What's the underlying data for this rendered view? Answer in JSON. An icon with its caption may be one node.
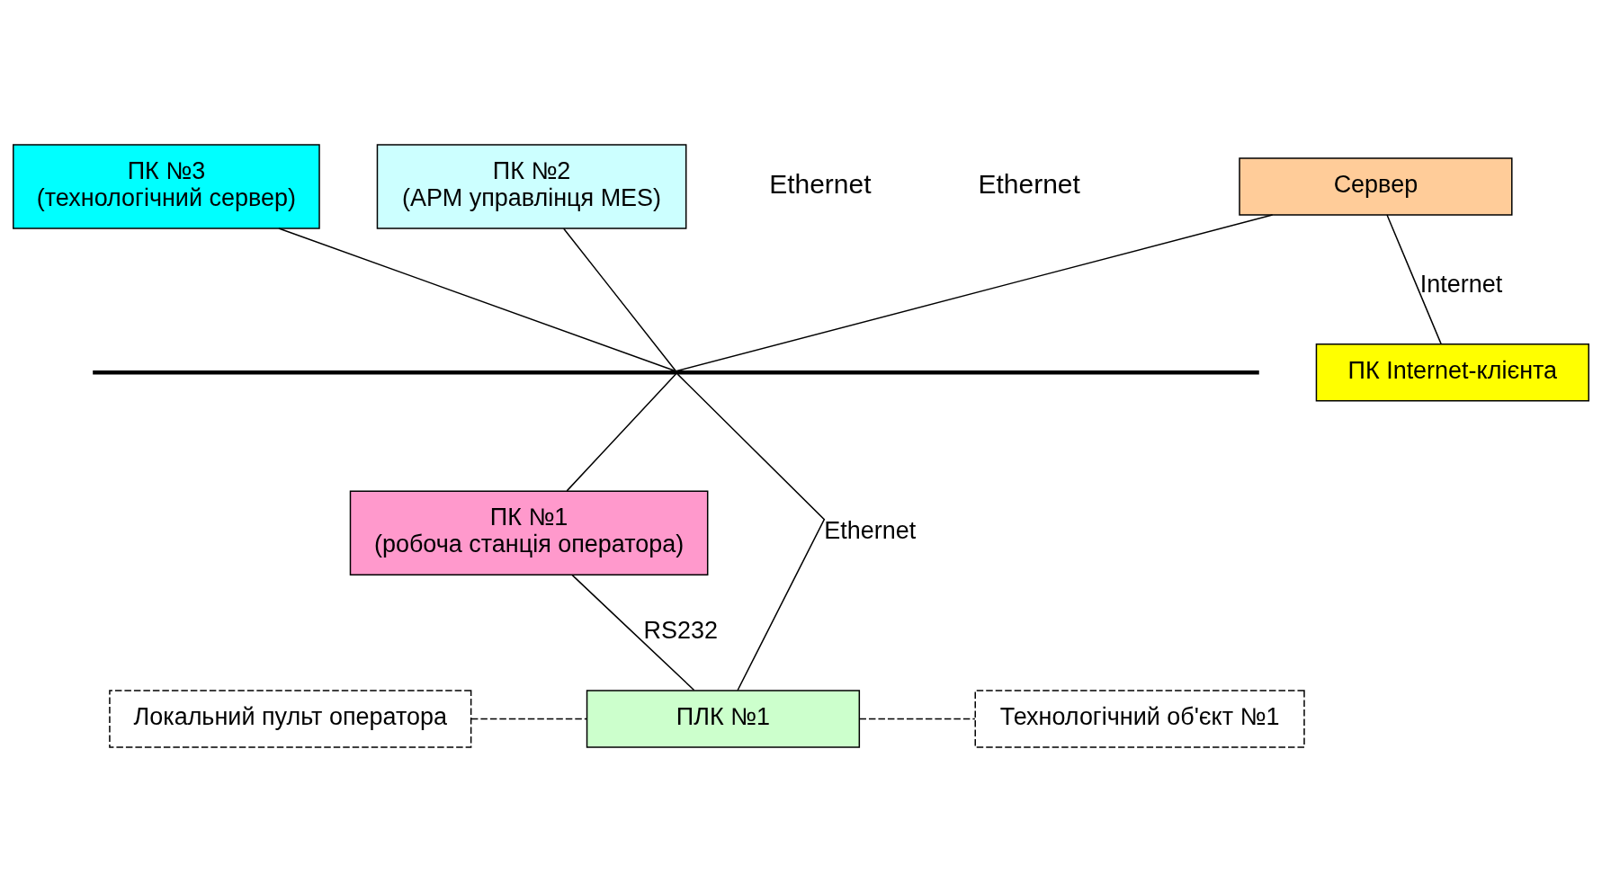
{
  "diagram": {
    "nodes": [
      {
        "text": [
          "ПК №2",
          "(АРМ управлінця MES)"
        ]
      },
      {
        "text": [
          "ПК №3",
          "(технологічний сервер)"
        ]
      },
      {
        "text": [
          "Сервер"
        ]
      },
      {
        "text": [],
        "shape": "bar"
      },
      {
        "text": [
          "ПК Internet-клієнта"
        ]
      },
      {
        "text": [
          "ПК №1",
          "(робоча станція оператора)"
        ]
      },
      {
        "text": [
          "Локальний пульт оператора"
        ]
      },
      {
        "text": [
          "ПЛК №1"
        ]
      },
      {
        "text": [
          "Технологічний об'єкт №1"
        ]
      }
    ],
    "edges": [
      {
        "from": 0,
        "to": 3,
        "arrow": "none"
      },
      {
        "from": 1,
        "to": 3,
        "arrow": "none"
      },
      {
        "from": 2,
        "to": 3,
        "arrow": "none"
      },
      {
        "from": 2,
        "to": 4,
        "arrow": "none",
        "label": "Internet"
      },
      {
        "from": 3,
        "to": 5,
        "arrow": "none"
      },
      {
        "from": 3,
        "to": 7,
        "arrow": "none",
        "label": "Ethernet"
      },
      {
        "from": 5,
        "to": 7,
        "arrow": "none",
        "label": "RS232"
      },
      {
        "from": 6,
        "to": 7,
        "arrow": "none",
        "style": "dashed"
      },
      {
        "from": 7,
        "to": 8,
        "arrow": "none",
        "style": "dashed"
      }
    ],
    "labels": [
      "Ethernet",
      "Ethernet"
    ]
  }
}
